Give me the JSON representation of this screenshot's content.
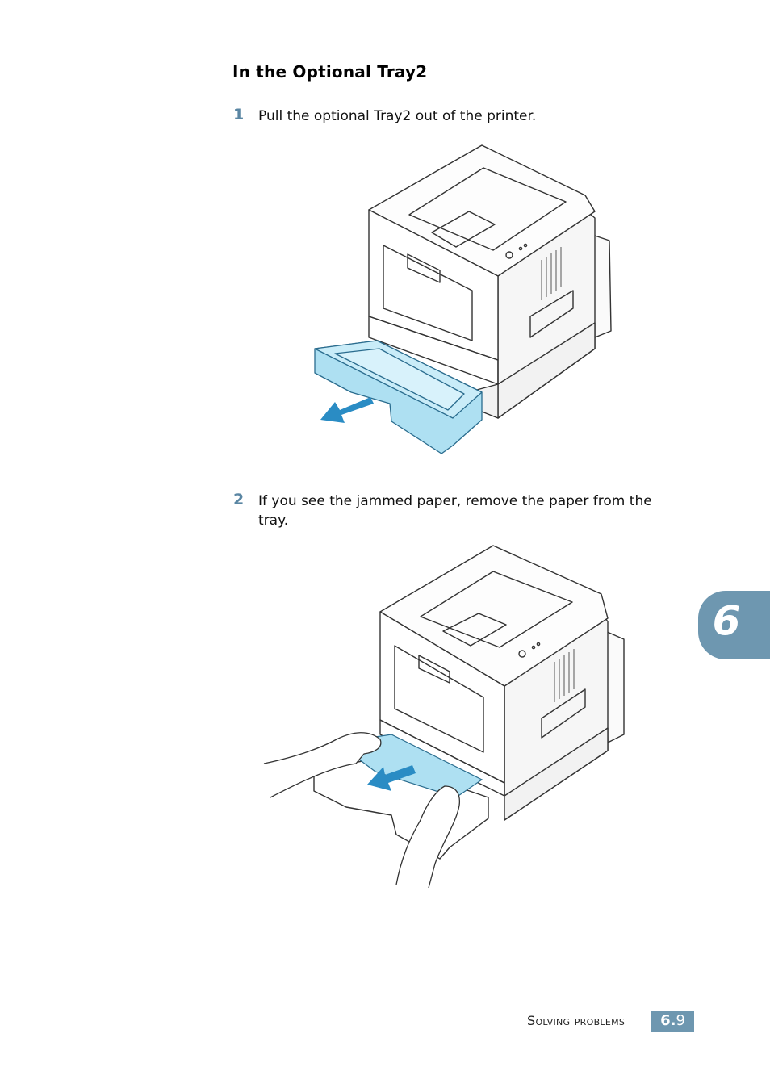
{
  "section": {
    "heading": "In the Optional Tray2"
  },
  "steps": [
    {
      "number": "1",
      "text": "Pull the optional Tray2 out of the printer."
    },
    {
      "number": "2",
      "text": "If you see the jammed paper, remove the paper from the tray."
    }
  ],
  "chapter_tab": {
    "number": "6"
  },
  "footer": {
    "label": "Solving problems",
    "page_chapter": "6.",
    "page_num": "9"
  },
  "colors": {
    "accent": "#6e97b0",
    "tray_blue": "#aee0f2",
    "arrow_blue": "#2a8cc4"
  }
}
